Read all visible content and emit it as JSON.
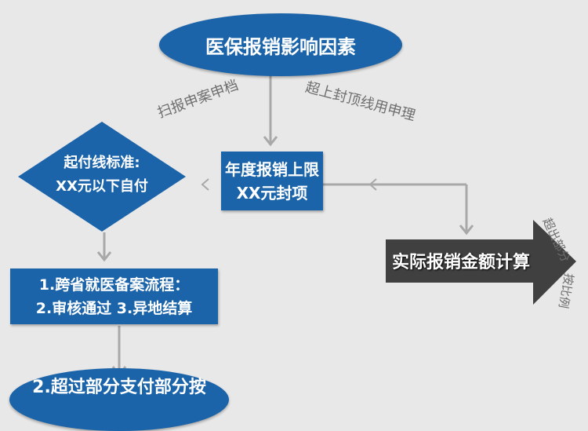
{
  "title": "医保报销影响因素",
  "left_label": "扫报申案申档",
  "right_label": "超上封顶线用申理",
  "annual_limit": {
    "line1": "年度报销上限",
    "line2": "XX元封项"
  },
  "deductible": {
    "line1": "起付线标准:",
    "line2": "XX元以下自付"
  },
  "process": {
    "line1": "1.跨省就医备案流程：",
    "line2": "2.审核通过 3.异地结算"
  },
  "bottom": "2.超过部分支付部分按",
  "result": "实际报销金额计算",
  "result_side_1": "超出部分",
  "result_side_2": "按比例"
}
